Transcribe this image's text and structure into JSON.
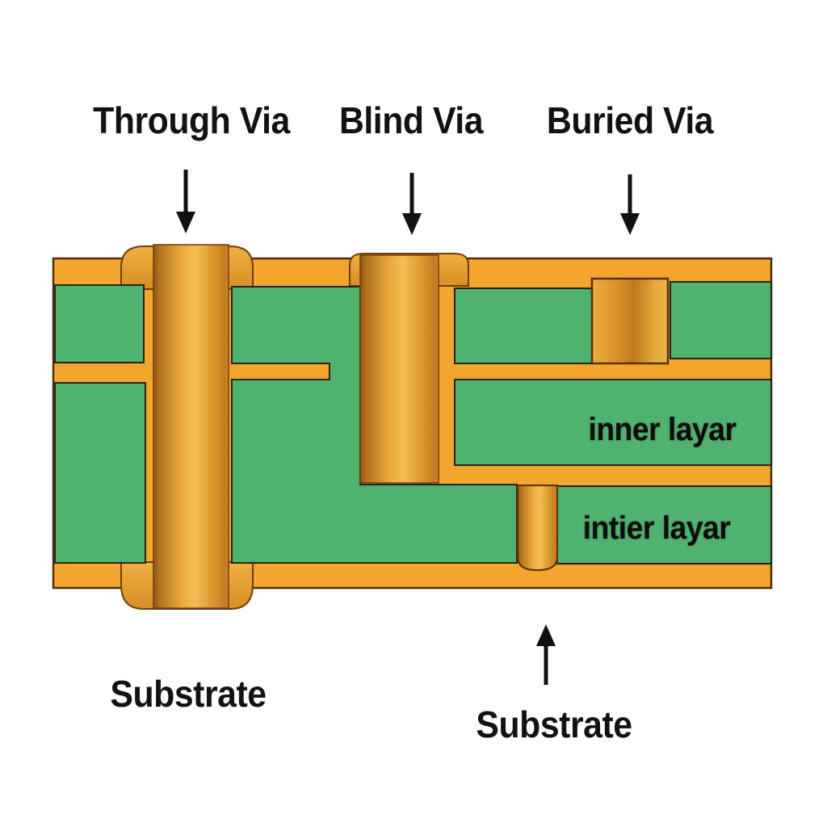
{
  "diagram": {
    "type": "pcb-via-cross-section",
    "labels": {
      "through_via": "Through Via",
      "blind_via": "Blind Via",
      "buried_via": "Buried Via",
      "inner_layer_top": "inner layar",
      "inner_layer_bottom": "intier layar",
      "substrate_left": "Substrate",
      "substrate_right": "Substrate"
    },
    "colors": {
      "background": "#FFFFFF",
      "copper": "#F3A52E",
      "copper_dark": "#B5721F",
      "copper_highlight": "#F2BE55",
      "substrate_green": "#4FB26E",
      "outline_dark": "#4A3008",
      "green_outline": "#26221A",
      "via_outline": "#6B3D12",
      "arrow": "#111111",
      "text": "#121212"
    }
  }
}
